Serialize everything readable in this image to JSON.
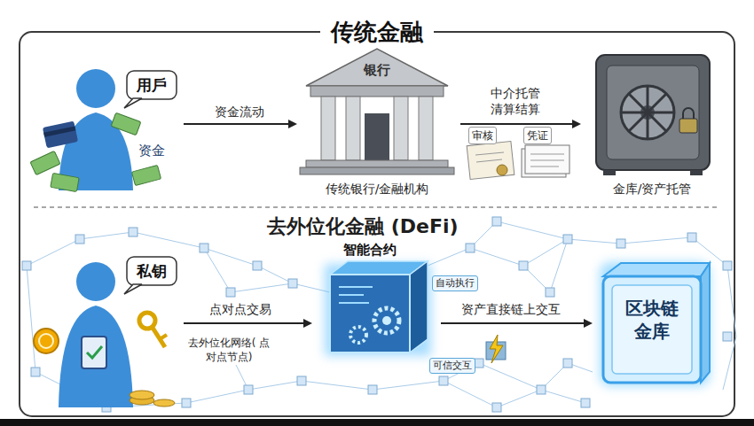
{
  "diagram": {
    "title": "传统金融",
    "nodes": [
      {
        "text": [
          "用戶",
          "资金"
        ]
      },
      {
        "text": [
          "银行",
          "传统银行/金融机构"
        ]
      },
      {
        "text": [
          "金库/资产托管"
        ]
      },
      {
        "text": [
          "私钥"
        ]
      },
      {
        "text": [
          "智能合约"
        ]
      },
      {
        "text": [
          "区块链 金库"
        ]
      }
    ],
    "edges": [
      {
        "from": 0,
        "to": 1,
        "label": "资金流动",
        "arrow": "to"
      },
      {
        "from": 1,
        "to": 2,
        "label": "中介托管 清算结算",
        "arrow": "to"
      },
      {
        "from": 3,
        "to": 4,
        "label": "点对点交易",
        "arrow": "to"
      },
      {
        "from": 4,
        "to": 5,
        "label": "资产直接链上交互",
        "arrow": "to"
      }
    ],
    "labels": [
      "审核",
      "凭证",
      "去外位化金融 (DeFi)",
      "自动执行",
      "可信交互",
      "去外位化网络( 点对点节点)"
    ]
  }
}
